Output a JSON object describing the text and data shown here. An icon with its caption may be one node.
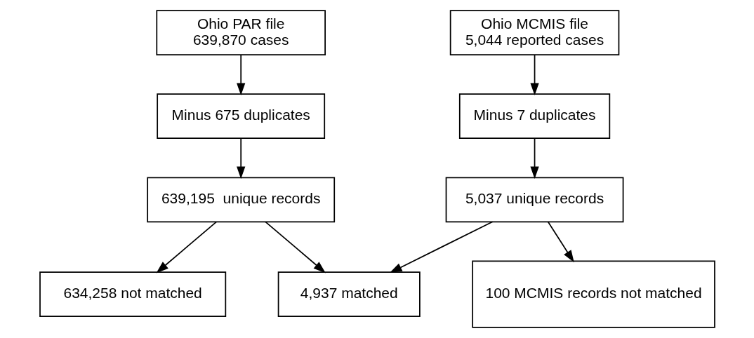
{
  "diagram": {
    "nodes": [
      {
        "text": [
          "Ohio PAR file",
          "639,870 cases"
        ]
      },
      {
        "text": [
          "Ohio MCMIS file",
          "5,044 reported cases"
        ]
      },
      {
        "text": [
          "Minus 675 duplicates"
        ]
      },
      {
        "text": [
          "Minus 7 duplicates"
        ]
      },
      {
        "text": [
          "639,195  unique records"
        ]
      },
      {
        "text": [
          "5,037 unique records"
        ]
      },
      {
        "text": [
          "634,258 not matched"
        ]
      },
      {
        "text": [
          "4,937 matched"
        ]
      },
      {
        "text": [
          "100 MCMIS records not matched"
        ]
      }
    ],
    "edges": [
      {
        "from": 0,
        "to": 2,
        "arrow": "to"
      },
      {
        "from": 2,
        "to": 4,
        "arrow": "to"
      },
      {
        "from": 1,
        "to": 3,
        "arrow": "to"
      },
      {
        "from": 3,
        "to": 5,
        "arrow": "to"
      },
      {
        "from": 4,
        "to": 6,
        "arrow": "to"
      },
      {
        "from": 4,
        "to": 7,
        "arrow": "to"
      },
      {
        "from": 5,
        "to": 7,
        "arrow": "to"
      },
      {
        "from": 5,
        "to": 8,
        "arrow": "to"
      }
    ]
  }
}
